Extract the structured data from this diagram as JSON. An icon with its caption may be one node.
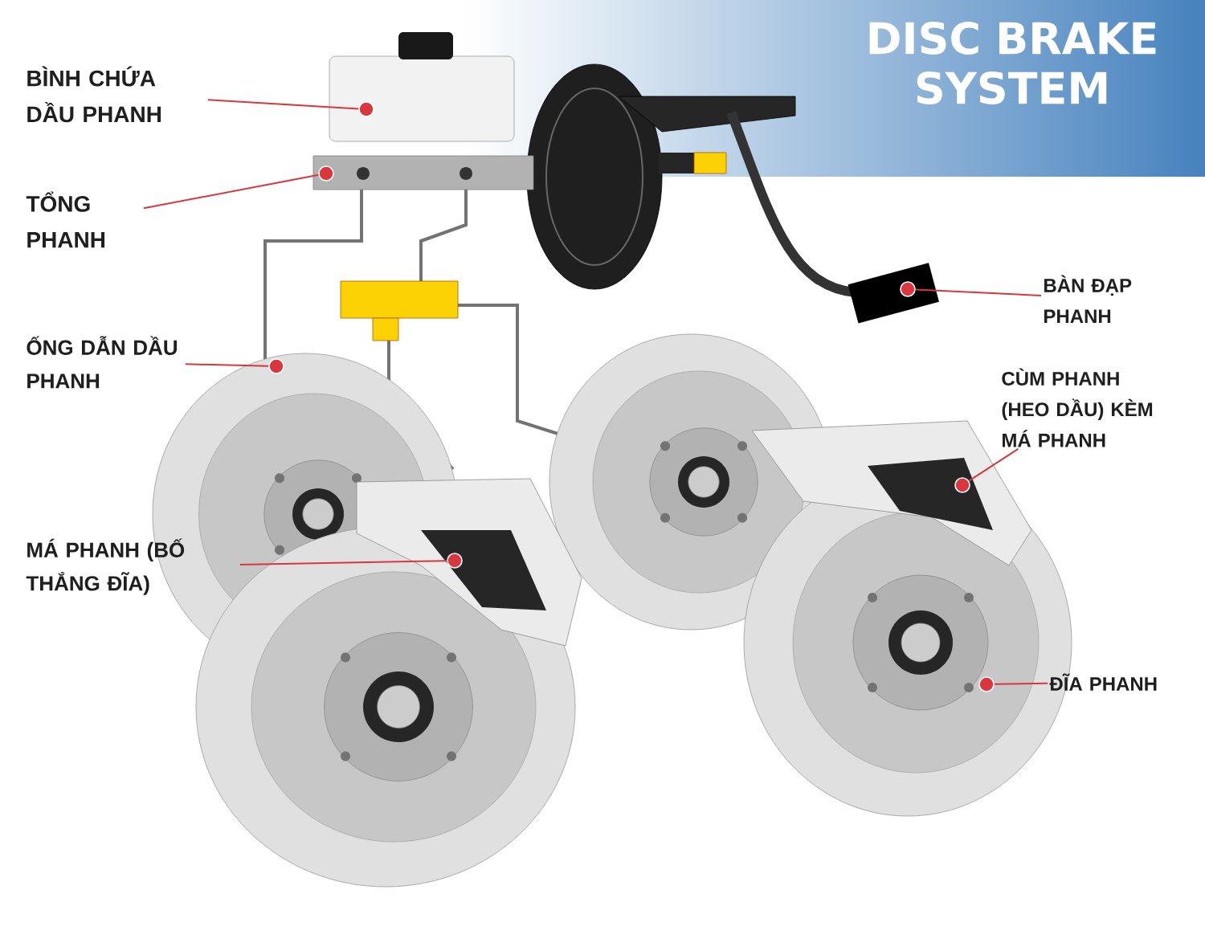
{
  "diagram": {
    "title": "DISC BRAKE SYSTEM",
    "nodes": [
      {
        "text": [
          "BÌNH CHỨA DẦU PHANH"
        ]
      },
      {
        "text": [
          "TỔNG PHANH"
        ]
      },
      {
        "text": [
          "ỐNG DẪN DẦU PHANH"
        ]
      },
      {
        "text": [
          "BÀN ĐẠP PHANH"
        ]
      },
      {
        "text": [
          "CÙM PHANH (HEO DẦU) KÈM MÁ PHANH"
        ]
      },
      {
        "text": [
          "MÁ PHANH (BỐ THẮNG ĐĨA)"
        ]
      },
      {
        "text": [
          "ĐĨA PHANH"
        ]
      },
      {
        "text": [],
        "shape": "circle"
      },
      {
        "text": [],
        "shape": "circle"
      },
      {
        "text": [],
        "shape": "circle"
      },
      {
        "text": [],
        "shape": "circle"
      },
      {
        "text": [],
        "shape": "circle"
      },
      {
        "text": [],
        "shape": "circle"
      },
      {
        "text": [],
        "shape": "circle"
      }
    ],
    "edges": [
      {
        "from": 0,
        "to": 7,
        "arrow": "none"
      },
      {
        "from": 1,
        "to": 8,
        "arrow": "none"
      },
      {
        "from": 2,
        "to": 9,
        "arrow": "none"
      },
      {
        "from": 3,
        "to": 10,
        "arrow": "none"
      },
      {
        "from": 4,
        "to": 11,
        "arrow": "none"
      },
      {
        "from": 5,
        "to": 12,
        "arrow": "none"
      },
      {
        "from": 6,
        "to": 13,
        "arrow": "none"
      }
    ]
  }
}
